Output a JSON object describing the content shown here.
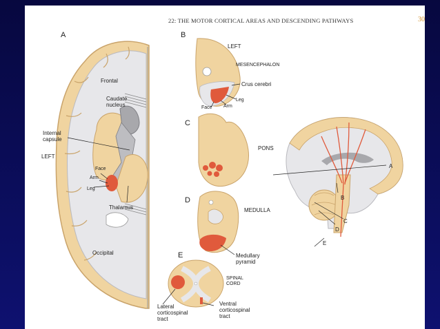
{
  "header": {
    "title": "22: THE MOTOR CORTICAL AREAS AND DESCENDING PATHWAYS",
    "page_number": "30"
  },
  "panel_a": {
    "letter": "A",
    "frontal": "Frontal",
    "caudate_1": "Caudate",
    "caudate_2": "nucleus",
    "internal_1": "Internal",
    "internal_2": "capsule",
    "left": "LEFT",
    "face": "Face",
    "arm": "Arm",
    "leg": "Leg",
    "thalamus": "Thalamus",
    "occipital": "Occipital"
  },
  "panel_b": {
    "letter": "B",
    "left": "LEFT",
    "title": "MESENCEPHALON",
    "crus": "Crus cerebri",
    "leg": "Leg",
    "arm": "Arm",
    "face": "Face"
  },
  "panel_c": {
    "letter": "C",
    "title": "PONS"
  },
  "panel_d": {
    "letter": "D",
    "title": "MEDULLA",
    "pyramid_1": "Medullary",
    "pyramid_2": "pyramid"
  },
  "panel_e": {
    "letter": "E",
    "title_1": "SPINAL",
    "title_2": "CORD",
    "lateral_1": "Lateral",
    "lateral_2": "corticospinal",
    "lateral_3": "tract",
    "ventral_1": "Ventral",
    "ventral_2": "corticospinal",
    "ventral_3": "tract"
  },
  "brain_view": {
    "a": "A",
    "b": "B",
    "c": "C",
    "d": "D",
    "e": "E"
  },
  "colors": {
    "tissue": "#f0d4a0",
    "tissue_edge": "#c9a36a",
    "white_matter": "#e7e7ea",
    "gray_nuclei": "#a8a8ac",
    "tract": "#e05a3c",
    "background": "#0b0d5a"
  }
}
